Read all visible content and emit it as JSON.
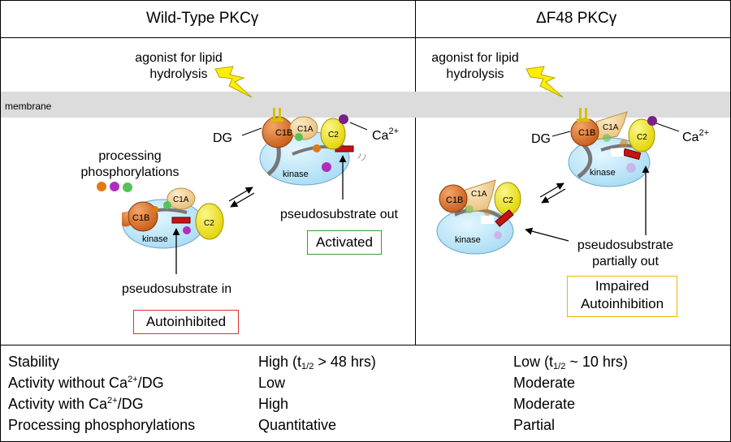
{
  "header": {
    "wt": "Wild-Type PKCγ",
    "mut": "ΔF48 PKCγ"
  },
  "membrane_label": "membrane",
  "wt": {
    "agonist_line1": "agonist for lipid",
    "agonist_line2": "hydrolysis",
    "dg": "DG",
    "ca": "Ca",
    "ca_sup": "2+",
    "processing_line1": "processing",
    "processing_line2": "phosphorylations",
    "pseudo_out": "pseudosubstrate out",
    "pseudo_in": "pseudosubstrate in",
    "activated": "Activated",
    "autoinhibited": "Autoinhibited",
    "active_colors": {
      "state": "#3a9a3a",
      "autoinhibited": "#e03030"
    }
  },
  "mut": {
    "agonist_line1": "agonist for lipid",
    "agonist_line2": "hydrolysis",
    "dg": "DG",
    "ca": "Ca",
    "ca_sup": "2+",
    "pseudo_line1": "pseudosubstrate",
    "pseudo_line2": "partially out",
    "impaired_line1": "Impaired",
    "impaired_line2": "Autoinhibition",
    "impaired_color": "#f0b400"
  },
  "domains": {
    "c1b": "C1B",
    "c1a": "C1A",
    "c2": "C2",
    "kinase": "kinase"
  },
  "table": {
    "labels": [
      "Stability",
      "Activity without Ca",
      "Activity with Ca",
      "Processing phosphorylations"
    ],
    "label_tails": [
      "",
      "/DG",
      "/DG",
      ""
    ],
    "sup": "2+",
    "wt_stab_pre": "High (t",
    "wt_stab_sub": "1/2",
    "wt_stab_post": " > 48 hrs)",
    "wt_values": [
      "Low",
      "High",
      "Quantitative"
    ],
    "mut_stab_pre": "Low (t",
    "mut_stab_sub": "1/2",
    "mut_stab_post": " ~ 10 hrs)",
    "mut_values": [
      "Moderate",
      "Moderate",
      "Partial"
    ]
  }
}
